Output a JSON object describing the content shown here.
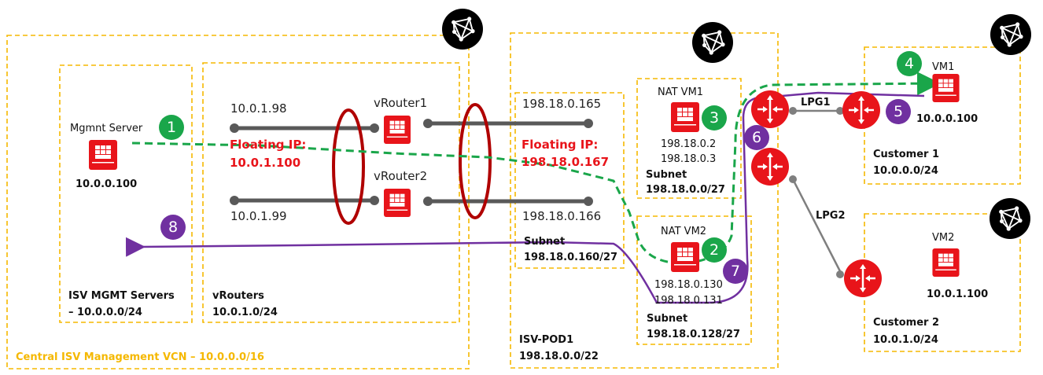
{
  "colors": {
    "box": "#f5b800",
    "vm": "#e8141a",
    "green": "#1aa64a",
    "purple": "#7030a0",
    "ellipse": "#b00000",
    "line": "#595959"
  },
  "central_vcn": {
    "label": "Central ISV Management VCN – 10.0.0.0/16"
  },
  "mgmt_subnet": {
    "line1": "ISV MGMT Servers",
    "line2": "– 10.0.0.0/24",
    "server_label": "Mgmnt Server",
    "server_ip": "10.0.0.100"
  },
  "vrouters_subnet": {
    "line1": "vRouters",
    "line2": "10.0.1.0/24",
    "vrouter1": "vRouter1",
    "vrouter2": "vRouter2",
    "ip1": "10.0.1.98",
    "ip2": "10.0.1.99",
    "floating_label": "Floating IP:",
    "floating_ip": "10.0.1.100"
  },
  "pod": {
    "line1": "ISV-POD1",
    "line2": "198.18.0.0/22",
    "left_subnet": {
      "ip1": "198.18.0.165",
      "ip2": "198.18.0.166",
      "floating_label": "Floating IP:",
      "floating_ip": "198.18.0.167",
      "subnet_label": "Subnet",
      "subnet": "198.18.0.160/27"
    },
    "nat1": {
      "label": "NAT VM1",
      "ip1": "198.18.0.2",
      "ip2": "198.18.0.3",
      "subnet_label": "Subnet",
      "subnet": "198.18.0.0/27"
    },
    "nat2": {
      "label": "NAT VM2",
      "ip1": "198.18.0.130",
      "ip2": "198.18.0.131",
      "subnet_label": "Subnet",
      "subnet": "198.18.0.128/27"
    }
  },
  "lpg1": "LPG1",
  "lpg2": "LPG2",
  "customer1": {
    "vm": "VM1",
    "ip": "10.0.0.100",
    "line1": "Customer 1",
    "line2": "10.0.0.0/24"
  },
  "customer2": {
    "vm": "VM2",
    "ip": "10.0.1.100",
    "line1": "Customer 2",
    "line2": "10.0.1.0/24"
  },
  "steps": [
    "1",
    "2",
    "3",
    "4",
    "5",
    "6",
    "7",
    "8"
  ],
  "icons": {
    "vcn": "vcn-network-icon",
    "vm": "vm-instance-icon",
    "router": "router-gateway-icon"
  }
}
